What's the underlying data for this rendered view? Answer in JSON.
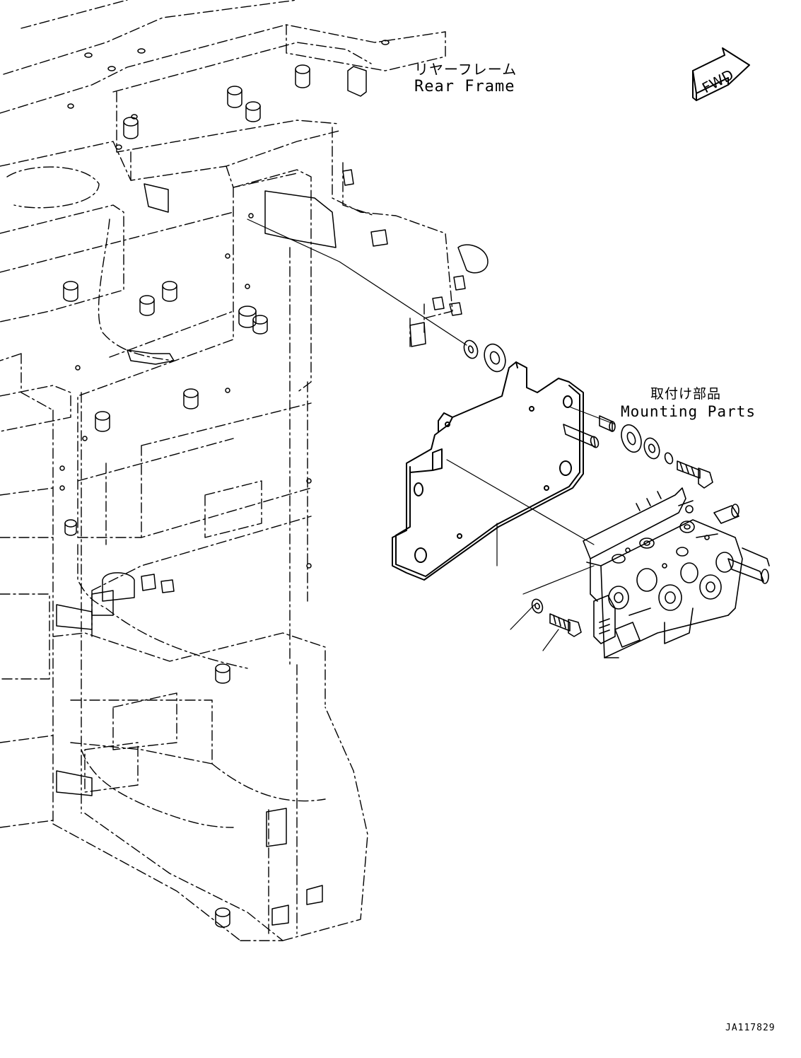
{
  "labels": {
    "rear_frame_jp": "リヤーフレーム",
    "rear_frame_en": "Rear Frame",
    "mounting_parts_jp": "取付け部品",
    "mounting_parts_en": "Mounting Parts",
    "fwd": "FWD",
    "drawing_code": "JA117829"
  },
  "icons": {
    "fwd_arrow": "fwd-arrow-icon"
  },
  "colors": {
    "line": "#000000",
    "background": "#ffffff"
  }
}
